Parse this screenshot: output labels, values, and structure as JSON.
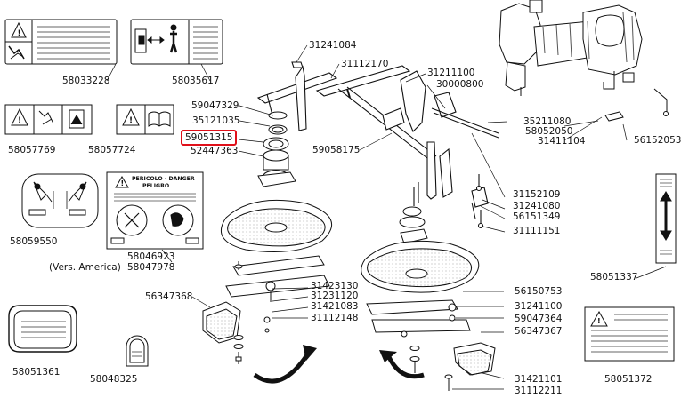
{
  "diagram": {
    "highlight_color": "#e0101a",
    "highlighted_part": "59051315",
    "labels": {
      "p58033228": "58033228",
      "p58035617": "58035617",
      "p58057769": "58057769",
      "p58057724": "58057724",
      "p58059550": "58059550",
      "p58046923": "58046923",
      "p58047978": "58047978",
      "p58051361": "58051361",
      "p58048325": "58048325",
      "p31241084": "31241084",
      "p31112170": "31112170",
      "p31211100": "31211100",
      "p30000800": "30000800",
      "p59047329": "59047329",
      "p35121035": "35121035",
      "p59051315": "59051315",
      "p52447363": "52447363",
      "p59058175": "59058175",
      "p35211080": "35211080",
      "p58052050": "58052050",
      "p31411104": "31411104",
      "p56152053": "56152053",
      "p31152109": "31152109",
      "p31241080": "31241080",
      "p56151349": "56151349",
      "p31111151": "31111151",
      "p58051337": "58051337",
      "p56347368": "56347368",
      "p31423130": "31423130",
      "p31231120": "31231120",
      "p31421083": "31421083",
      "p31112148": "31112148",
      "p56150753": "56150753",
      "p31241100": "31241100",
      "p59047364": "59047364",
      "p56347367": "56347367",
      "p58051372": "58051372",
      "p31421101": "31421101",
      "p31112211": "31112211"
    },
    "version_note": "(Vers. America)",
    "decal_text": {
      "danger_line1": "PERICOLO - DANGER",
      "danger_line2": "PELIGRO"
    }
  }
}
